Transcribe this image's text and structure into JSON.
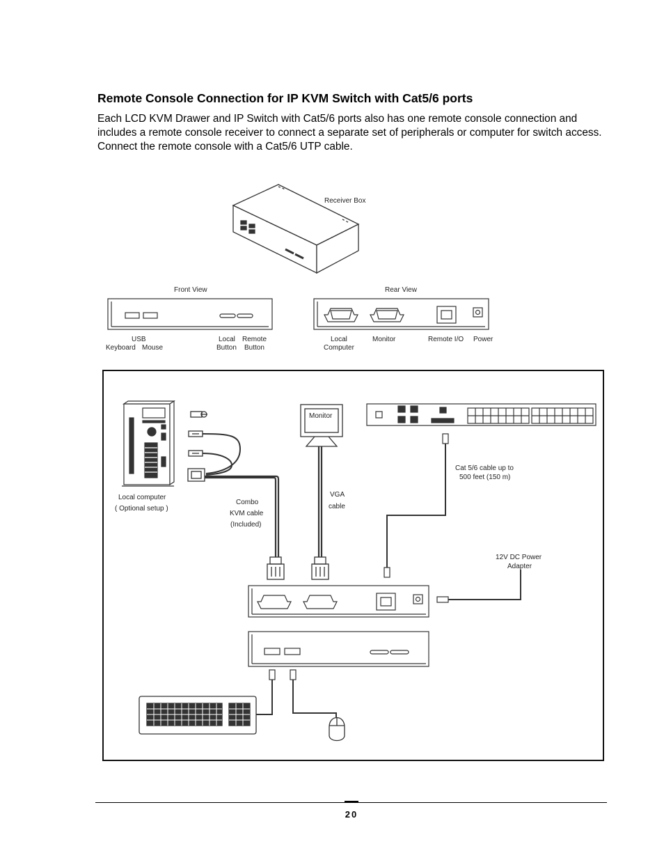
{
  "section": {
    "heading": "Remote Console Connection for IP KVM Switch with Cat5/6 ports",
    "body": "Each LCD KVM Drawer and IP Switch with Cat5/6 ports also has one remote console connection and includes a remote console receiver to connect a separate set of peripherals or computer for switch access. Connect the remote console with a Cat5/6 UTP cable."
  },
  "receiver_figure": {
    "receiver_box": "Receiver Box",
    "front_view": "Front View",
    "rear_view": "Rear View",
    "usb": "USB",
    "keyboard": "Keyboard",
    "mouse": "Mouse",
    "local_button_1": "Local",
    "local_button_2": "Button",
    "remote_button_1": "Remote",
    "remote_button_2": "Button",
    "local_computer_1": "Local",
    "local_computer_2": "Computer",
    "monitor": "Monitor",
    "remote_io": "Remote I/O",
    "power": "Power"
  },
  "connection_diagram": {
    "local_computer": "Local computer",
    "optional_setup": "( Optional setup )",
    "combo_1": "Combo",
    "combo_2": "KVM cable",
    "combo_3": "(Included)",
    "monitor": "Monitor",
    "vga_1": "VGA",
    "vga_2": "cable",
    "cat_1": "Cat 5/6 cable up to",
    "cat_2": "500 feet (150 m)",
    "power_1": "12V DC Power",
    "power_2": "Adapter"
  },
  "footer": {
    "page_number": "20"
  }
}
